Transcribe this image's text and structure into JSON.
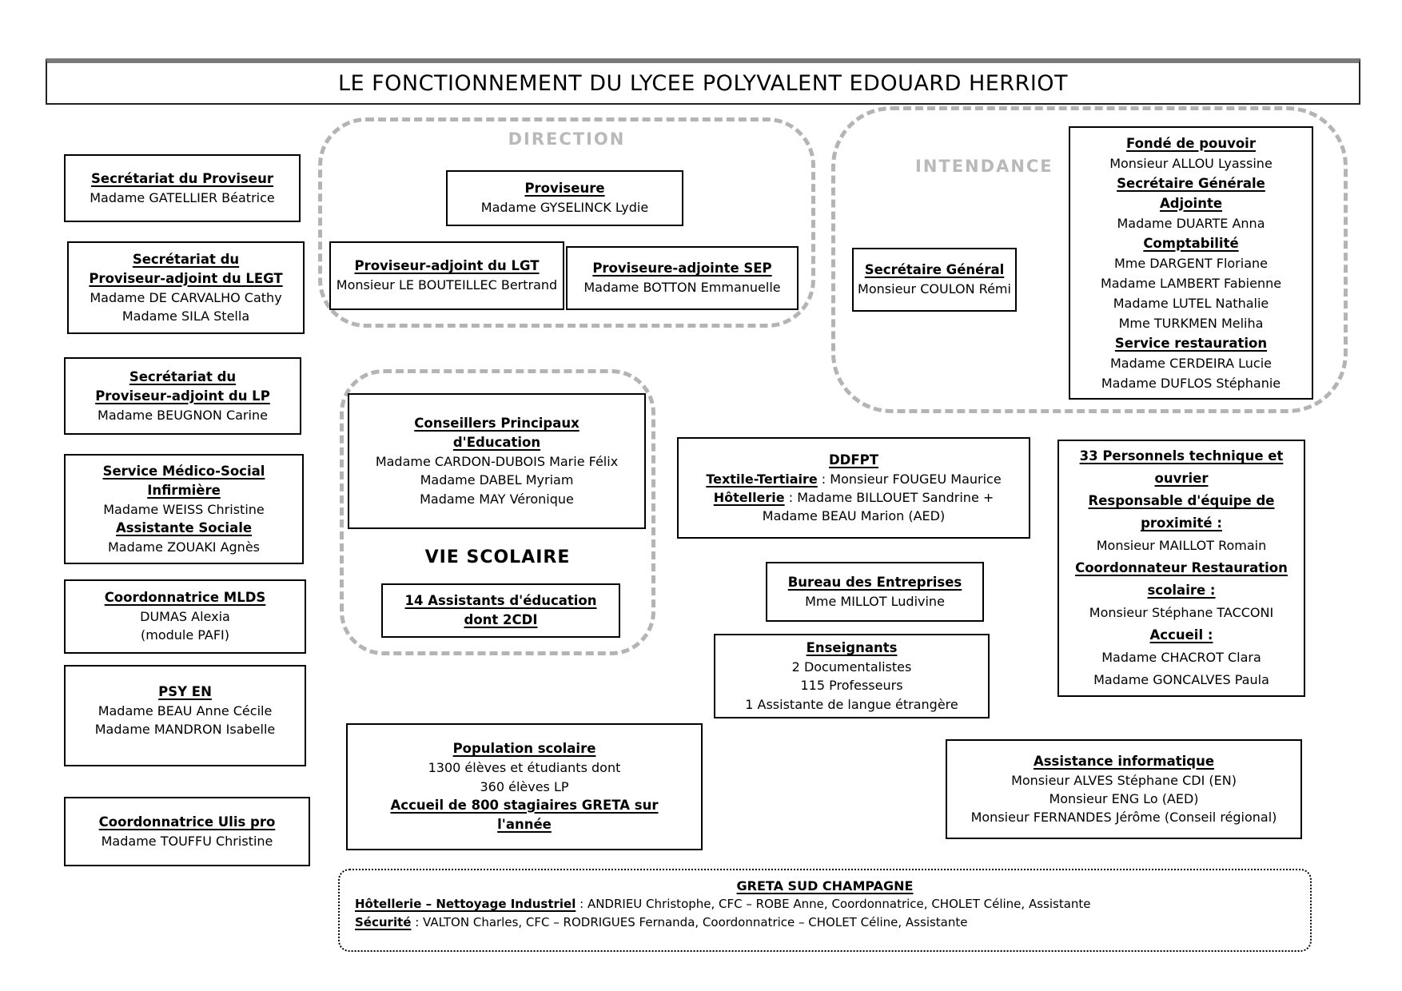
{
  "title": "LE FONCTIONNEMENT DU LYCEE POLYVALENT EDOUARD HERRIOT",
  "labels": {
    "direction": "DIRECTION",
    "intendance": "INTENDANCE",
    "vie_scolaire": "VIE SCOLAIRE"
  },
  "accent_colors": {
    "dashed_border": "#b4b4b4",
    "box_border": "#000000"
  },
  "boxes": {
    "secretariat_proviseur": {
      "lines": [
        {
          "s": "hdr",
          "t": "Secrétariat du Proviseur"
        },
        {
          "s": "txt",
          "t": "Madame GATELLIER Béatrice"
        }
      ]
    },
    "secretariat_adjoint_legt": {
      "lines": [
        {
          "s": "hdr",
          "t": "Secrétariat du"
        },
        {
          "s": "hdr",
          "t": "Proviseur-adjoint du LEGT"
        },
        {
          "s": "txt",
          "t": "Madame DE CARVALHO Cathy"
        },
        {
          "s": "txt",
          "t": "Madame SILA Stella"
        }
      ]
    },
    "secretariat_adjoint_lp": {
      "lines": [
        {
          "s": "hdr",
          "t": "Secrétariat du"
        },
        {
          "s": "hdr",
          "t": "Proviseur-adjoint du LP"
        },
        {
          "s": "txt",
          "t": "Madame BEUGNON Carine"
        }
      ]
    },
    "service_medico_social": {
      "lines": [
        {
          "s": "hdr",
          "t": "Service Médico-Social"
        },
        {
          "s": "hdr",
          "t": "Infirmière"
        },
        {
          "s": "txt",
          "t": "Madame WEISS Christine"
        },
        {
          "s": "hdr",
          "t": "Assistante Sociale"
        },
        {
          "s": "txt",
          "t": "Madame ZOUAKI Agnès"
        }
      ]
    },
    "coordonnatrice_mlds": {
      "lines": [
        {
          "s": "hdr",
          "t": "Coordonnatrice MLDS"
        },
        {
          "s": "txt",
          "t": "DUMAS Alexia"
        },
        {
          "s": "txt",
          "t": "(module PAFI)"
        }
      ]
    },
    "psy_en": {
      "lines": [
        {
          "s": "hdr",
          "t": "PSY EN"
        },
        {
          "s": "txt",
          "t": "Madame BEAU Anne Cécile"
        },
        {
          "s": "txt",
          "t": "Madame MANDRON Isabelle"
        }
      ]
    },
    "coordonnatrice_ulis": {
      "lines": [
        {
          "s": "hdr",
          "t": "Coordonnatrice Ulis pro"
        },
        {
          "s": "txt",
          "t": "Madame TOUFFU Christine"
        }
      ]
    },
    "proviseure": {
      "lines": [
        {
          "s": "hdr",
          "t": "Proviseure"
        },
        {
          "s": "txt",
          "t": "Madame GYSELINCK Lydie"
        }
      ]
    },
    "proviseur_adjoint_lgt": {
      "lines": [
        {
          "s": "hdr",
          "t": "Proviseur-adjoint du LGT"
        },
        {
          "s": "txt",
          "t": "Monsieur LE BOUTEILLEC Bertrand"
        }
      ]
    },
    "proviseure_adjointe_sep": {
      "lines": [
        {
          "s": "hdr",
          "t": "Proviseure-adjointe SEP"
        },
        {
          "s": "txt",
          "t": "Madame BOTTON Emmanuelle"
        }
      ]
    },
    "secretaire_general": {
      "lines": [
        {
          "s": "hdr",
          "t": "Secrétaire Général"
        },
        {
          "s": "txt",
          "t": "Monsieur COULON Rémi"
        }
      ]
    },
    "fonde_de_pouvoir": {
      "lines": [
        {
          "s": "hdr",
          "t": "Fondé de pouvoir"
        },
        {
          "s": "txt",
          "t": "Monsieur ALLOU Lyassine"
        },
        {
          "s": "hdr",
          "t": "Secrétaire Générale"
        },
        {
          "s": "hdr",
          "t": "Adjointe"
        },
        {
          "s": "txt",
          "t": "Madame DUARTE Anna"
        },
        {
          "s": "hdr",
          "t": "Comptabilité"
        },
        {
          "s": "txt",
          "t": "Mme DARGENT Floriane"
        },
        {
          "s": "txt",
          "t": "Madame LAMBERT Fabienne"
        },
        {
          "s": "txt",
          "t": "Madame LUTEL Nathalie"
        },
        {
          "s": "txt",
          "t": "Mme TURKMEN Meliha"
        },
        {
          "s": "hdr",
          "t": "Service restauration"
        },
        {
          "s": "txt",
          "t": "Madame CERDEIRA Lucie"
        },
        {
          "s": "txt",
          "t": "Madame DUFLOS Stéphanie"
        }
      ]
    },
    "conseillers_principaux": {
      "lines": [
        {
          "s": "hdr",
          "t": "Conseillers Principaux"
        },
        {
          "s": "hdr",
          "t": "d'Education"
        },
        {
          "s": "txt",
          "t": "Madame CARDON-DUBOIS Marie Félix"
        },
        {
          "s": "txt",
          "t": "Madame DABEL Myriam"
        },
        {
          "s": "txt",
          "t": "Madame MAY Véronique"
        }
      ]
    },
    "assistants_education": {
      "lines": [
        {
          "s": "hdr",
          "t": "14 Assistants d'éducation"
        },
        {
          "s": "hdr",
          "t": "dont 2CDI"
        }
      ]
    },
    "ddfpt": {
      "lines": [
        {
          "s": "hdr",
          "t": "DDFPT"
        },
        {
          "s": "mix",
          "label": "Textile-Tertiaire",
          "t": " : Monsieur FOUGEU Maurice"
        },
        {
          "s": "mix",
          "label": "Hôtellerie",
          "t": " : Madame BILLOUET Sandrine +"
        },
        {
          "s": "txt",
          "t": "Madame BEAU Marion (AED)"
        }
      ]
    },
    "bureau_entreprises": {
      "lines": [
        {
          "s": "hdr",
          "t": "Bureau des Entreprises"
        },
        {
          "s": "txt",
          "t": "Mme MILLOT Ludivine"
        }
      ]
    },
    "enseignants": {
      "lines": [
        {
          "s": "hdr",
          "t": "Enseignants"
        },
        {
          "s": "txt",
          "t": "2 Documentalistes"
        },
        {
          "s": "txt",
          "t": "115 Professeurs"
        },
        {
          "s": "txt",
          "t": "1 Assistante de langue étrangère"
        }
      ]
    },
    "personnels_technique": {
      "lines": [
        {
          "s": "hdr",
          "t": "33 Personnels technique et"
        },
        {
          "s": "hdr",
          "t": "ouvrier"
        },
        {
          "s": "hdr",
          "t": "Responsable d'équipe de"
        },
        {
          "s": "hdr",
          "t": "proximité :"
        },
        {
          "s": "txt",
          "t": "Monsieur MAILLOT Romain"
        },
        {
          "s": "hdr",
          "t": "Coordonnateur Restauration"
        },
        {
          "s": "hdr",
          "t": "scolaire :"
        },
        {
          "s": "txt",
          "t": "Monsieur Stéphane TACCONI"
        },
        {
          "s": "hdr",
          "t": "Accueil :"
        },
        {
          "s": "txt",
          "t": "Madame CHACROT Clara"
        },
        {
          "s": "txt",
          "t": "Madame GONCALVES Paula"
        }
      ]
    },
    "population_scolaire": {
      "lines": [
        {
          "s": "hdr",
          "t": "Population scolaire"
        },
        {
          "s": "txt",
          "t": "1300 élèves et étudiants dont"
        },
        {
          "s": "txt",
          "t": "360 élèves LP"
        },
        {
          "s": "hdr",
          "t": "Accueil de 800 stagiaires GRETA sur"
        },
        {
          "s": "hdr",
          "t": "l'année"
        }
      ]
    },
    "assistance_informatique": {
      "lines": [
        {
          "s": "hdr",
          "t": "Assistance informatique"
        },
        {
          "s": "txt",
          "t": "Monsieur ALVES Stéphane CDI (EN)"
        },
        {
          "s": "txt",
          "t": "Monsieur ENG Lo (AED)"
        },
        {
          "s": "txt",
          "t": "Monsieur FERNANDES Jérôme (Conseil régional)"
        }
      ]
    },
    "greta_sud_champagne": {
      "lines": [
        {
          "s": "hdr",
          "t": "GRETA SUD CHAMPAGNE"
        },
        {
          "s": "mix",
          "label": "Hôtellerie – Nettoyage Industriel",
          "t": " : ANDRIEU Christophe, CFC – ROBE Anne, Coordonnatrice, CHOLET Céline, Assistante"
        },
        {
          "s": "mix",
          "label": "Sécurité",
          "t": " : VALTON Charles, CFC – RODRIGUES Fernanda, Coordonnatrice – CHOLET Céline, Assistante"
        }
      ]
    }
  }
}
